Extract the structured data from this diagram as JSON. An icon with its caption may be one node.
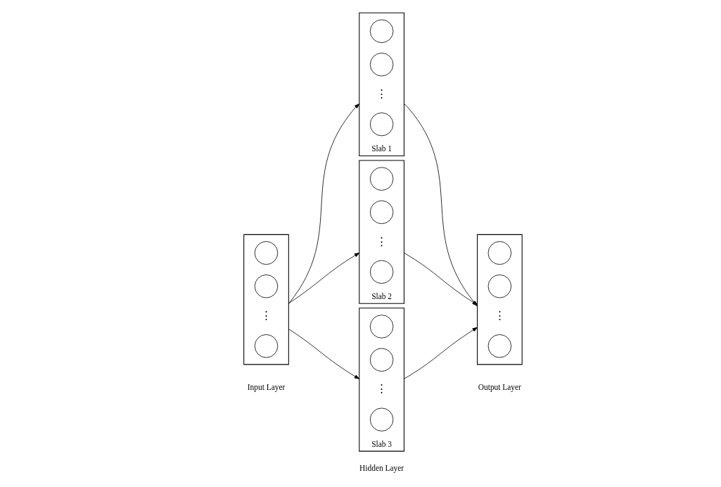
{
  "diagram": {
    "nodes": [
      {
        "text": [],
        "shape": "box"
      },
      {
        "text": [],
        "shape": "circle",
        "in": 0
      },
      {
        "text": [],
        "shape": "circle",
        "in": 0
      },
      {
        "text": [
          "⋮"
        ],
        "in": 0
      },
      {
        "text": [],
        "shape": "circle",
        "in": 0
      },
      {
        "text": [],
        "shape": "box",
        "beside": [
          "Slab 1"
        ]
      },
      {
        "text": [],
        "shape": "circle",
        "in": 5
      },
      {
        "text": [],
        "shape": "circle",
        "in": 5
      },
      {
        "text": [
          "⋮"
        ],
        "in": 5
      },
      {
        "text": [],
        "shape": "circle",
        "in": 5
      },
      {
        "text": [],
        "shape": "box",
        "beside": [
          "Slab 2"
        ]
      },
      {
        "text": [],
        "shape": "circle",
        "in": 10
      },
      {
        "text": [],
        "shape": "circle",
        "in": 10
      },
      {
        "text": [
          "⋮"
        ],
        "in": 10
      },
      {
        "text": [],
        "shape": "circle",
        "in": 10
      },
      {
        "text": [],
        "shape": "box",
        "beside": [
          "Slab 3"
        ]
      },
      {
        "text": [],
        "shape": "circle",
        "in": 15
      },
      {
        "text": [],
        "shape": "circle",
        "in": 15
      },
      {
        "text": [
          "⋮"
        ],
        "in": 15
      },
      {
        "text": [],
        "shape": "circle",
        "in": 15
      },
      {
        "text": [],
        "shape": "box"
      },
      {
        "text": [],
        "shape": "circle",
        "in": 20
      },
      {
        "text": [],
        "shape": "circle",
        "in": 20
      },
      {
        "text": [
          "⋮"
        ],
        "in": 20
      },
      {
        "text": [],
        "shape": "circle",
        "in": 20
      }
    ],
    "edges": [
      {
        "from": 0,
        "to": 5,
        "arrow": "to"
      },
      {
        "from": 0,
        "to": 10,
        "arrow": "to"
      },
      {
        "from": 0,
        "to": 15,
        "arrow": "to"
      },
      {
        "from": 5,
        "to": 20,
        "arrow": "to"
      },
      {
        "from": 10,
        "to": 20,
        "arrow": "to"
      },
      {
        "from": 15,
        "to": 20,
        "arrow": "to"
      }
    ],
    "labels": [
      "Input Layer",
      "Hidden Layer",
      "Output Layer"
    ]
  }
}
